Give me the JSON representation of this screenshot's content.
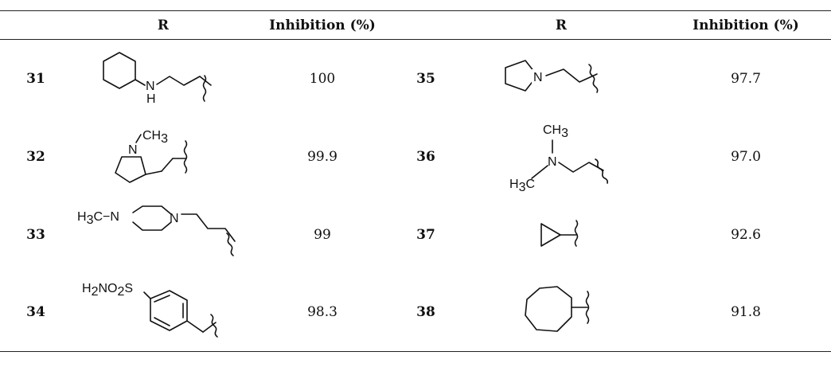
{
  "table": {
    "headers": [
      "",
      "R",
      "Inhibition (%)",
      "",
      "R",
      "Inhibition (%)"
    ],
    "rows": [
      {
        "left": {
          "id": "31",
          "value": "100"
        },
        "right": {
          "id": "35",
          "value": "97.7"
        }
      },
      {
        "left": {
          "id": "32",
          "value": "99.9"
        },
        "right": {
          "id": "36",
          "value": "97.0"
        }
      },
      {
        "left": {
          "id": "33",
          "value": "99"
        },
        "right": {
          "id": "37",
          "value": "92.6"
        }
      },
      {
        "left": {
          "id": "34",
          "value": "98.3"
        },
        "right": {
          "id": "38",
          "value": "91.8"
        }
      }
    ]
  },
  "atoms": {
    "n": "N",
    "h": "H",
    "ch": "CH",
    "three": "3",
    "h3c_h3": "H",
    "h3c_3": "3",
    "h3c_c": "C",
    "methyl_prefix": "H",
    "methyl_sub": "3",
    "methyl_tail": "C−N",
    "sulf_h": "H",
    "sulf_2a": "2",
    "sulf_no": "NO",
    "sulf_2b": "2",
    "sulf_s": "S"
  }
}
